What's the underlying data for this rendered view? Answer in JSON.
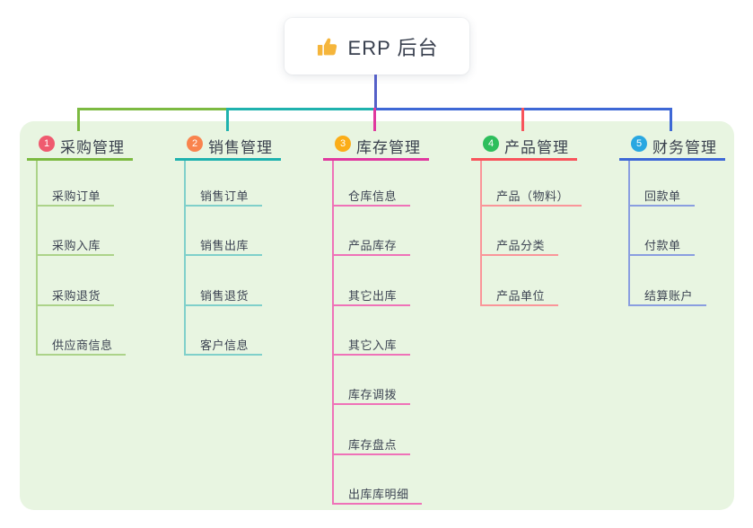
{
  "root": {
    "title": "ERP 后台",
    "icon": "thumbs-up-icon",
    "icon_color": "#F5B53B",
    "line_color": "#5560C8",
    "card_bg": "#FFFFFF"
  },
  "panel": {
    "bg": "#E8F5E1"
  },
  "text_color": "#3C4352",
  "branches": [
    {
      "num": "1",
      "label": "采购管理",
      "circle_color": "#EF5A6F",
      "line_color": "#7CBA41",
      "child_line_color": "#ACD389",
      "children": [
        "采购订单",
        "采购入库",
        "采购退货",
        "供应商信息"
      ]
    },
    {
      "num": "2",
      "label": "销售管理",
      "circle_color": "#F9834D",
      "line_color": "#1FB2AE",
      "child_line_color": "#7FD0CA",
      "children": [
        "销售订单",
        "销售出库",
        "销售退货",
        "客户信息"
      ]
    },
    {
      "num": "3",
      "label": "库存管理",
      "circle_color": "#FBAD18",
      "line_color": "#E0399F",
      "child_line_color": "#EF72B8",
      "children": [
        "仓库信息",
        "产品库存",
        "其它出库",
        "其它入库",
        "库存调拨",
        "库存盘点",
        "出库库明细"
      ]
    },
    {
      "num": "4",
      "label": "产品管理",
      "circle_color": "#2EBE5C",
      "line_color": "#F8545C",
      "child_line_color": "#FA9599",
      "children": [
        "产品（物料）",
        "产品分类",
        "产品单位"
      ]
    },
    {
      "num": "5",
      "label": "财务管理",
      "circle_color": "#29A7E1",
      "line_color": "#3E68D6",
      "child_line_color": "#8A9EE0",
      "children": [
        "回款单",
        "付款单",
        "结算账户"
      ]
    }
  ]
}
